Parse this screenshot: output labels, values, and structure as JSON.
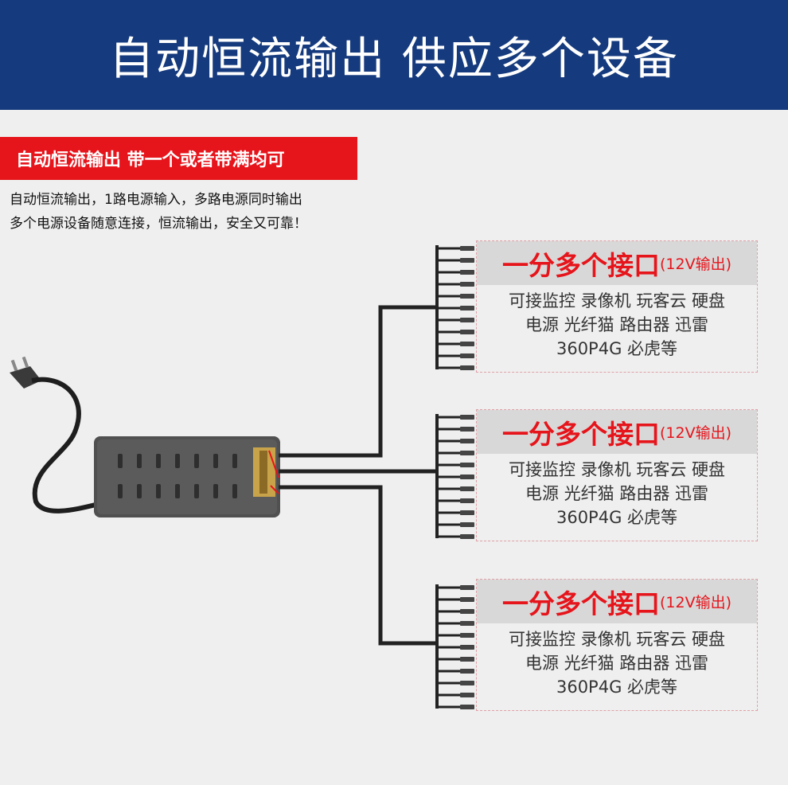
{
  "header": {
    "title": "自动恒流输出 供应多个设备"
  },
  "ribbon": {
    "text": "自动恒流输出 带一个或者带满均可"
  },
  "description": {
    "line1": "自动恒流输出，1路电源输入，多路电源同时输出",
    "line2": "多个电源设备随意连接，恒流输出，安全又可靠！"
  },
  "cards": [
    {
      "title_big": "一分多个接口",
      "title_small": "(12V输出)",
      "line1": "可接监控 录像机 玩客云 硬盘",
      "line2": "电源 光纤猫 路由器 迅雷",
      "line3": "360P4G 必虎等"
    },
    {
      "title_big": "一分多个接口",
      "title_small": "(12V输出)",
      "line1": "可接监控 录像机 玩客云 硬盘",
      "line2": "电源 光纤猫 路由器 迅雷",
      "line3": "360P4G 必虎等"
    },
    {
      "title_big": "一分多个接口",
      "title_small": "(12V输出)",
      "line1": "可接监控 录像机 玩客云 硬盘",
      "line2": "电源 光纤猫 路由器 迅雷",
      "line3": "360P4G 必虎等"
    }
  ],
  "colors": {
    "header_bg": "#153a7d",
    "accent_red": "#e6141b",
    "cable": "#222222"
  }
}
